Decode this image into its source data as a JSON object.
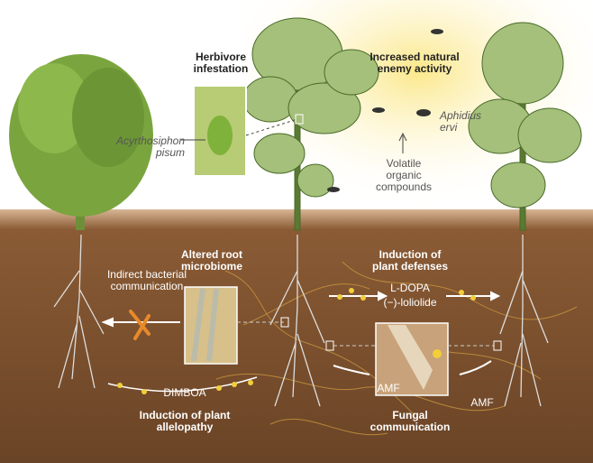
{
  "above_ground": {
    "herbivore_title": "Herbivore infestation",
    "herbivore_species": "Acyrthosiphon pisum",
    "enemy_title": "Increased natural enemy activity",
    "parasitoid_species": "Aphidius ervi",
    "volatiles": "Volatile organic compounds"
  },
  "below_ground": {
    "microbiome_title": "Altered root microbiome",
    "bacterial_label": "Indirect bacterial communication",
    "dimboa_label": "DIMBOA",
    "allelopathy_title": "Induction of plant allelopathy",
    "defenses_title": "Induction of plant defenses",
    "ldopa_label": "L-DOPA",
    "loliolide_label": "(−)-loliolide",
    "amf_inset_label": "AMF",
    "amf_right_label": "AMF",
    "fungal_title": "Fungal communication"
  },
  "colors": {
    "soil": "#6b4526",
    "soil_top": "#c49a72",
    "leaf": "#8fb06a",
    "compound": "#f2cf3a",
    "glow": "#fdf0a8"
  }
}
